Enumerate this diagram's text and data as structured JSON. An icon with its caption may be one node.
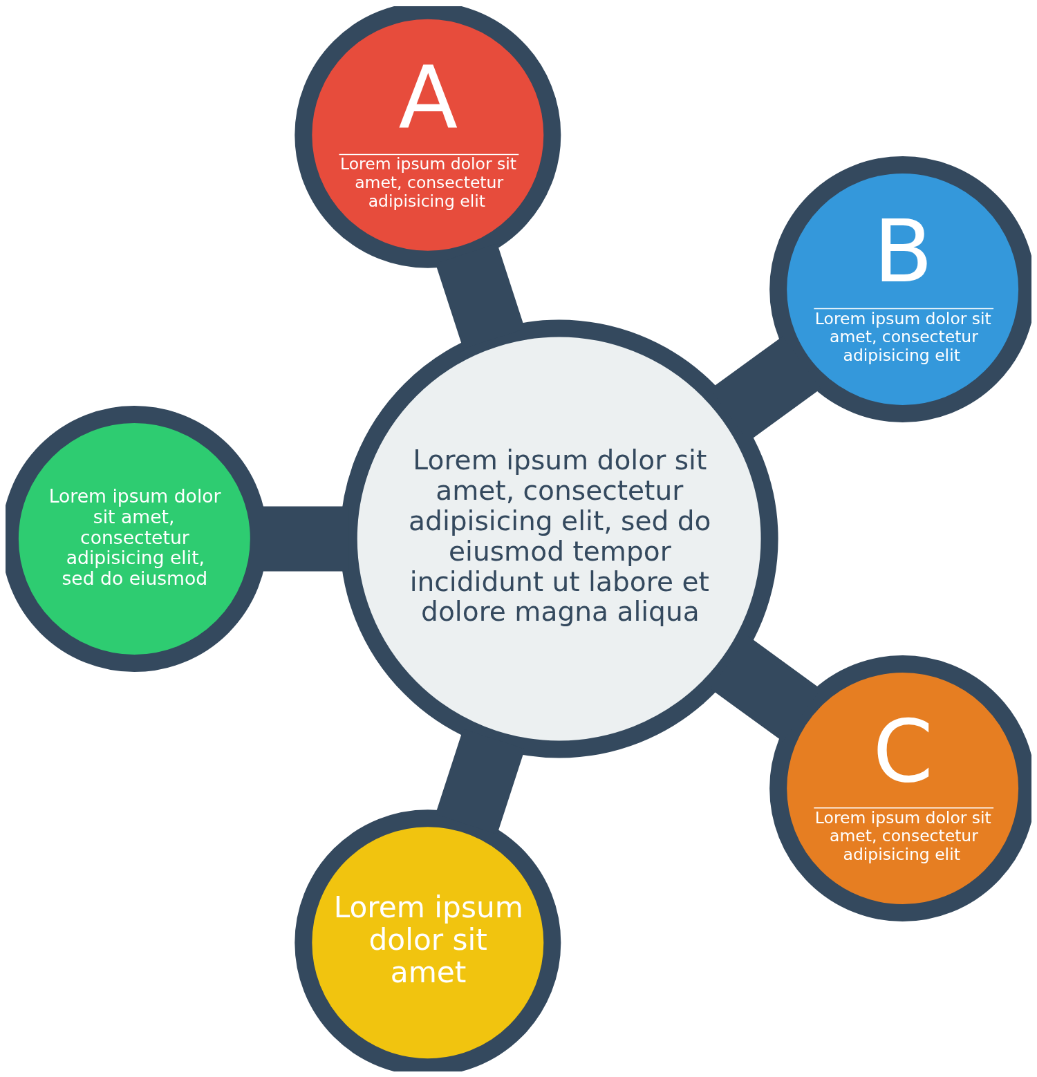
{
  "diagram": {
    "nodes": [
      {
        "text": [
          "Lorem ipsum dolor sit amet, consectetur adipisicing elit, sed do eiusmod tempor incididunt ut labore et dolore magna aliqua"
        ]
      },
      {
        "text": [
          "B",
          "Lorem ipsum dolor sit amet, consectetur adipisicing elit"
        ]
      },
      {
        "text": [
          "A",
          "Lorem ipsum dolor sit amet, consectetur adipisicing elit"
        ]
      },
      {
        "text": [
          "Lorem ipsum dolor sit amet, consectetur adipisicing elit, sed do eiusmod"
        ]
      },
      {
        "text": [
          "Lorem ipsum dolor sit amet"
        ]
      },
      {
        "text": [
          "C",
          "Lorem ipsum dolor sit amet, consectetur adipisicing elit"
        ]
      }
    ],
    "edges": [
      {
        "from": 0,
        "to": 1,
        "arrow": "none"
      },
      {
        "from": 0,
        "to": 2,
        "arrow": "none"
      },
      {
        "from": 0,
        "to": 3,
        "arrow": "none"
      },
      {
        "from": 0,
        "to": 4,
        "arrow": "none"
      },
      {
        "from": 0,
        "to": 5,
        "arrow": "none"
      }
    ]
  }
}
